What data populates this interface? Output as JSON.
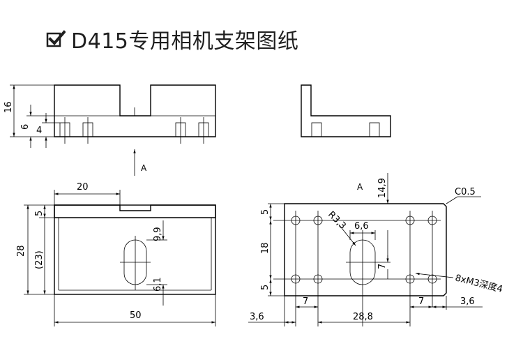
{
  "title": "D415专用相机支架图纸",
  "views": {
    "front": {
      "dims": {
        "height_total": "16",
        "height_mid": "6",
        "height_low": "4"
      }
    },
    "arrow_label": "A",
    "top": {
      "dims": {
        "top_width": "20",
        "left_top": "5",
        "left_total": "28",
        "left_inner": "(23)",
        "slot_upper": "9,9",
        "slot_lower": "6,1",
        "bottom_total": "50"
      }
    },
    "right": {
      "label_a": "A",
      "dims": {
        "top_offset": "14,9",
        "chamfer": "C0.5",
        "radius": "R3,3",
        "slot_width": "6,6",
        "left_top": "5",
        "left_mid": "18",
        "left_bottom": "5",
        "slot_inner": "7",
        "inner_left": "7",
        "inner_right": "7",
        "thread_note": "8xM3深度4",
        "edge_left": "3,6",
        "center_span": "28,8",
        "edge_right": "3,6"
      }
    }
  }
}
